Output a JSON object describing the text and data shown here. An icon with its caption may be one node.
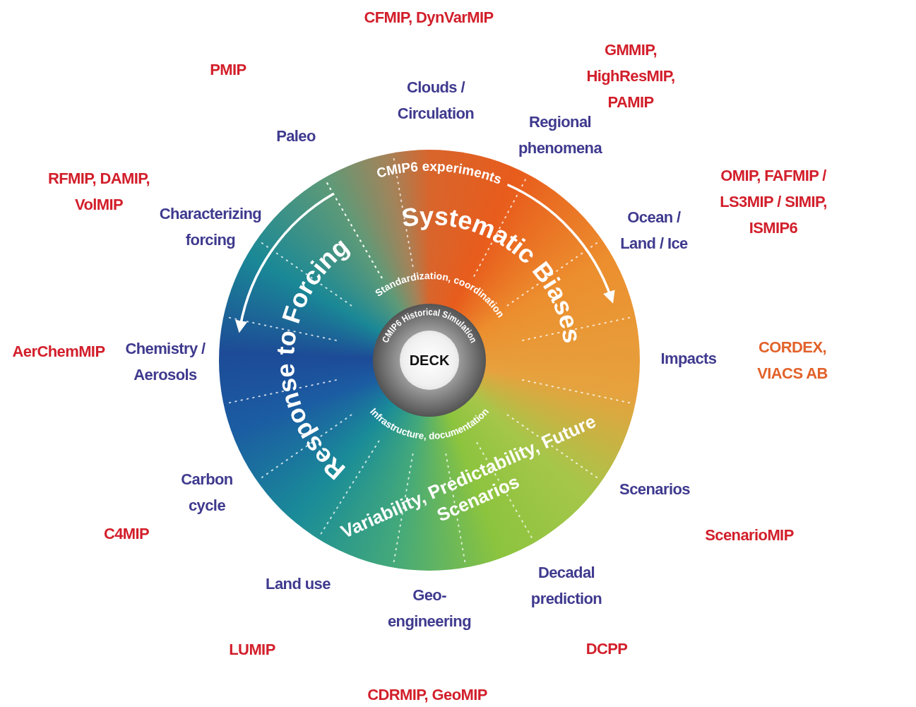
{
  "diagram": {
    "nodes": [
      {
        "text": [
          "CMIP6 experiments",
          "Systematic Biases",
          "Response to Forcing",
          "Variability, Predictability, Future Scenarios",
          "Standardization, coordination",
          "Infrastructure, documentation"
        ]
      },
      {
        "text": [
          "CMIP6 Historical Simulation"
        ],
        "in": 0
      },
      {
        "text": [
          "DECK"
        ],
        "in": 1
      }
    ],
    "edges": [],
    "labels": [
      "CFMIP, DynVarMIP",
      "GMMIP, HighResMIP, PAMIP",
      "PMIP",
      "Clouds / Circulation",
      "Regional phenomena",
      "Paleo",
      "RFMIP, DAMIP, VolMIP",
      "OMIP, FAFMIP / LS3MIP / SIMIP, ISMIP6",
      "Characterizing forcing",
      "Ocean / Land / Ice",
      "AerChemMIP",
      "Chemistry / Aerosols",
      "Impacts",
      "CORDEX, VIACS AB",
      "Carbon cycle",
      "Scenarios",
      "C4MIP",
      "ScenarioMIP",
      "Decadal prediction",
      "Land use",
      "Geo-engineering",
      "LUMIP",
      "DCPP",
      "CDRMIP, GeoMIP"
    ]
  }
}
